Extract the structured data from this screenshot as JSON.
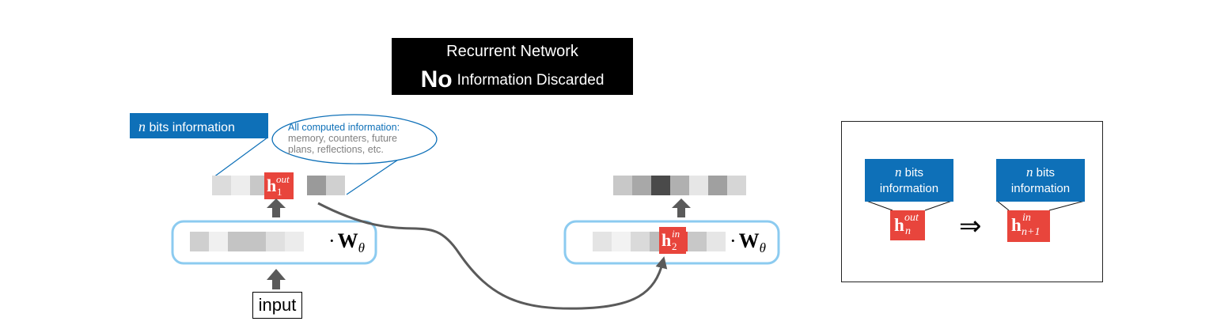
{
  "title": {
    "line1": "Recurrent Network",
    "line2_bold": "No",
    "line2_rest": "Information Discarded"
  },
  "left_label": {
    "var": "n",
    "text": " bits information"
  },
  "bubble": {
    "title": "All computed information:",
    "body_line1": "memory, counters, future",
    "body_line2": "plans, reflections,  etc."
  },
  "h1": {
    "base": "h",
    "sub": "1",
    "sup": "out"
  },
  "h2": {
    "base": "h",
    "sub": "2",
    "sup": "in"
  },
  "weight_left": {
    "dot": "·",
    "base": "W",
    "sub": "θ"
  },
  "weight_right": {
    "dot": "·",
    "base": "W",
    "sub": "θ"
  },
  "input_label": "input",
  "legend": {
    "label_left": {
      "var": "n",
      "line1_rest": " bits",
      "line2": "information"
    },
    "label_right": {
      "var": "n",
      "line1_rest": " bits",
      "line2": "information"
    },
    "h_out": {
      "base": "h",
      "sub": "n",
      "sup": "out"
    },
    "h_in": {
      "base": "h",
      "sub": "n+1",
      "sup": "in"
    },
    "implies": "⇒"
  },
  "colors": {
    "accent_blue": "#0e70b8",
    "highlight_red": "#e8453c",
    "box_outline": "#8ccbf0",
    "arrow_gray": "#5a5a5a"
  },
  "vectors": {
    "top_left": [
      "#dcdcdc",
      "#ededed",
      "#c8c8c8",
      "#e8453c",
      "#ffffff",
      "#9a9a9a",
      "#d0d0d0"
    ],
    "bottom_left": [
      "#cfcfcf",
      "#f0f0f0",
      "#c4c4c4",
      "#c4c4c4",
      "#e0e0e0",
      "#ececec"
    ],
    "top_right": [
      "#c8c8c8",
      "#a8a8a8",
      "#4a4a4a",
      "#b0b0b0",
      "#e6e6e6",
      "#a0a0a0",
      "#d6d6d6"
    ],
    "bottom_right": [
      "#e4e4e4",
      "#f2f2f2",
      "#dadada",
      "#bdbdbd",
      "#e8453c",
      "#c8c8c8",
      "#e6e6e6"
    ]
  }
}
